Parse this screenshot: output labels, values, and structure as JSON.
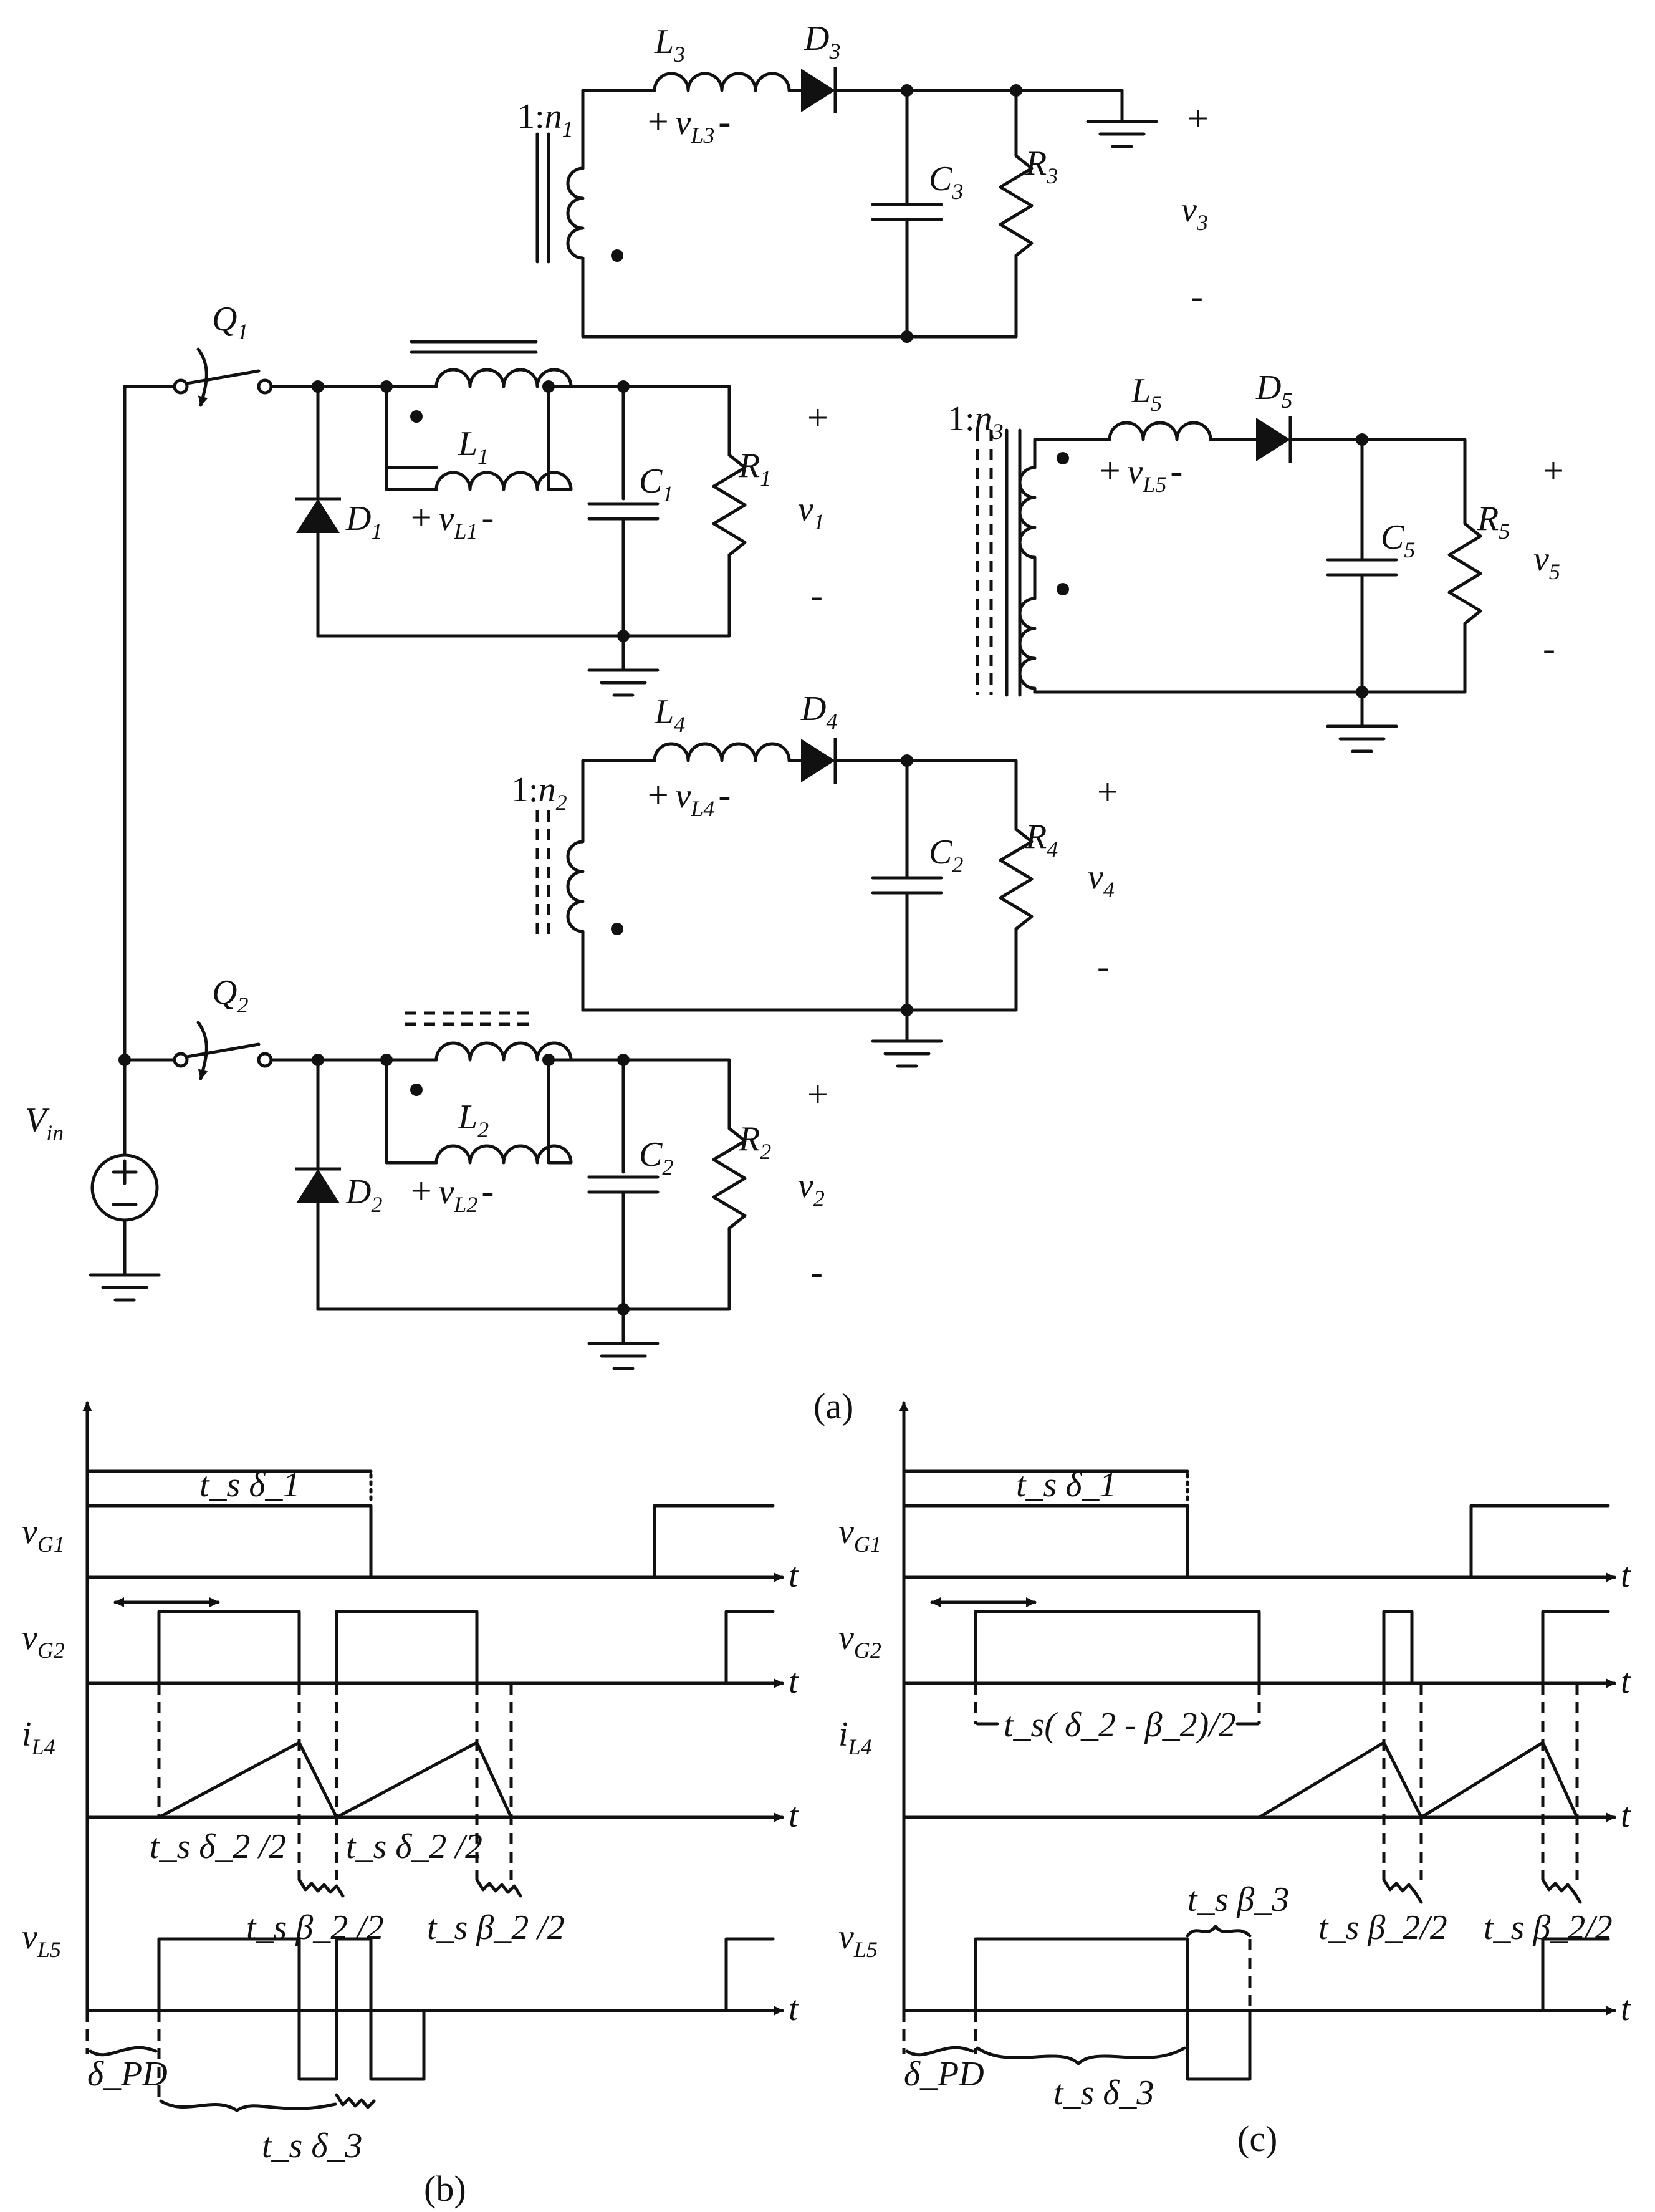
{
  "panels": {
    "a": "(a)",
    "b": "(b)",
    "c": "(c)"
  },
  "components": {
    "L3": {
      "sym": "L",
      "sub": "3"
    },
    "D3": {
      "sym": "D",
      "sub": "3"
    },
    "C3": {
      "sym": "C",
      "sub": "3"
    },
    "R3": {
      "sym": "R",
      "sub": "3"
    },
    "vL3": {
      "sym": "v",
      "sub": "L3"
    },
    "n1": {
      "pre": "1:",
      "sym": "n",
      "sub": "1"
    },
    "v3": {
      "sym": "v",
      "sub": "3"
    },
    "Q1": {
      "sym": "Q",
      "sub": "1"
    },
    "L1": {
      "sym": "L",
      "sub": "1"
    },
    "D1": {
      "sym": "D",
      "sub": "1"
    },
    "C1": {
      "sym": "C",
      "sub": "1"
    },
    "R1": {
      "sym": "R",
      "sub": "1"
    },
    "vL1": {
      "sym": "v",
      "sub": "L1"
    },
    "v1": {
      "sym": "v",
      "sub": "1"
    },
    "L5": {
      "sym": "L",
      "sub": "5"
    },
    "D5": {
      "sym": "D",
      "sub": "5"
    },
    "C5": {
      "sym": "C",
      "sub": "5"
    },
    "R5": {
      "sym": "R",
      "sub": "5"
    },
    "vL5": {
      "sym": "v",
      "sub": "L5"
    },
    "n3": {
      "pre": "1:",
      "sym": "n",
      "sub": "3"
    },
    "v5": {
      "sym": "v",
      "sub": "5"
    },
    "L4": {
      "sym": "L",
      "sub": "4"
    },
    "D4": {
      "sym": "D",
      "sub": "4"
    },
    "C2b": {
      "sym": "C",
      "sub": "2"
    },
    "R4": {
      "sym": "R",
      "sub": "4"
    },
    "vL4": {
      "sym": "v",
      "sub": "L4"
    },
    "n2": {
      "pre": "1:",
      "sym": "n",
      "sub": "2"
    },
    "v4": {
      "sym": "v",
      "sub": "4"
    },
    "Q2": {
      "sym": "Q",
      "sub": "2"
    },
    "L2": {
      "sym": "L",
      "sub": "2"
    },
    "D2": {
      "sym": "D",
      "sub": "2"
    },
    "C2": {
      "sym": "C",
      "sub": "2"
    },
    "R2": {
      "sym": "R",
      "sub": "2"
    },
    "vL2": {
      "sym": "v",
      "sub": "L2"
    },
    "v2": {
      "sym": "v",
      "sub": "2"
    },
    "Vin": {
      "sym": "V",
      "sub": "in"
    }
  },
  "timing_b": {
    "axis": "t",
    "traces": [
      "vG1",
      "vG2",
      "iL4",
      "vL5"
    ],
    "trace_labels": {
      "vG1": {
        "sym": "v",
        "sub": "G1"
      },
      "vG2": {
        "sym": "v",
        "sub": "G2"
      },
      "iL4": {
        "sym": "i",
        "sub": "L4"
      },
      "vL5": {
        "sym": "v",
        "sub": "L5"
      }
    },
    "ann_ts_delta1": "t_s δ_1",
    "ann_ts_delta2_half": "t_s δ_2 /2",
    "ann_ts_beta2_half": "t_s β_2 /2",
    "ann_delta_pd": "δ_PD",
    "ann_ts_delta3": "t_s δ_3"
  },
  "timing_c": {
    "ann_ts_delta1": "t_s δ_1",
    "ann_ts_delta2_minus_beta2_half": "t_s( δ_2 - β_2)/2",
    "ann_ts_beta2_half": "t_s β_2/2",
    "ann_ts_beta3": "t_s β_3",
    "ann_delta_pd": "δ_PD",
    "ann_ts_delta3": "t_s δ_3"
  },
  "polarity": {
    "plus": "+",
    "minus": "-"
  }
}
